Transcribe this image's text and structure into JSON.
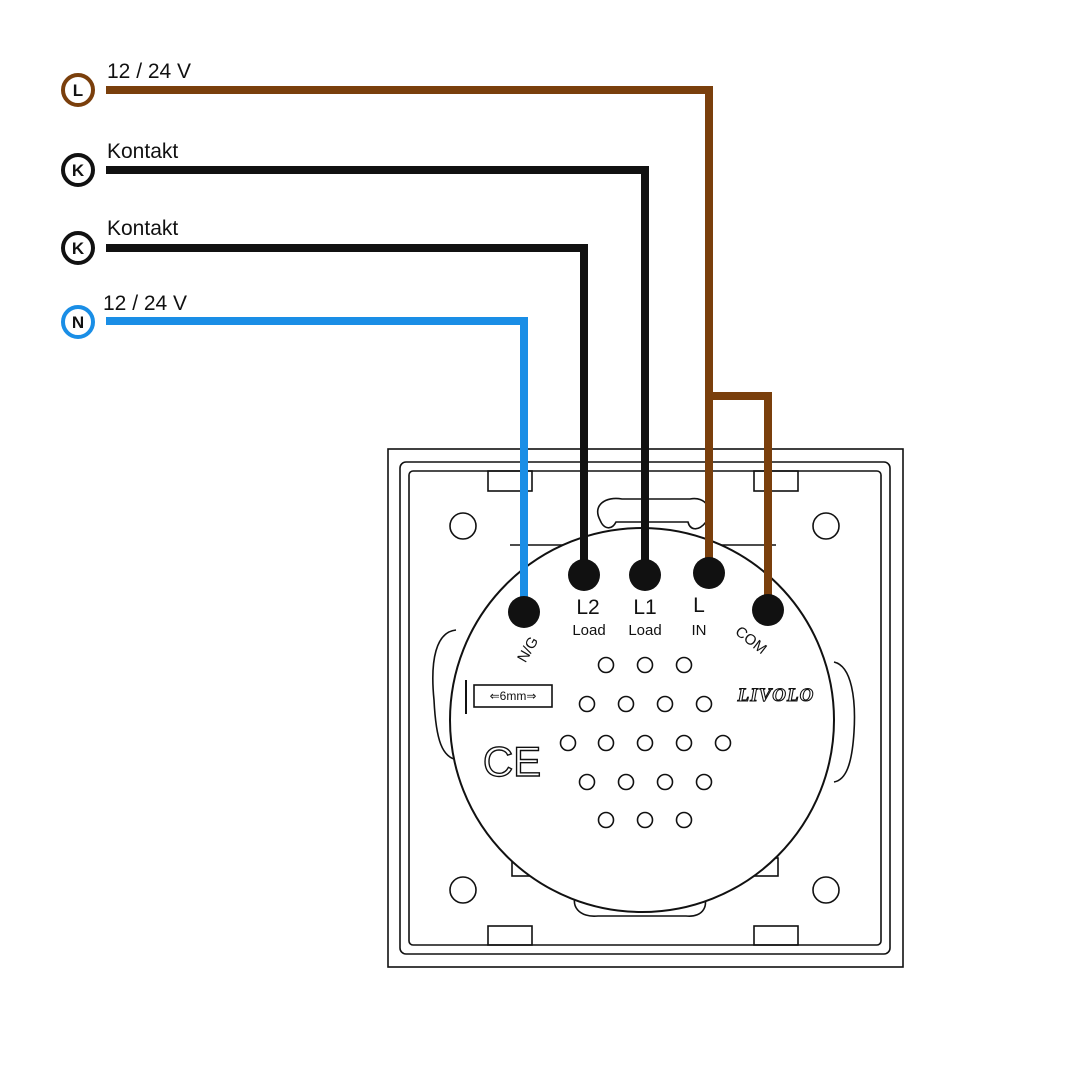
{
  "colors": {
    "live": "#7a3f0c",
    "contact": "#111111",
    "neutral": "#1a8ee6"
  },
  "wires": [
    {
      "badge": "L",
      "label": "12 / 24 V",
      "color": "live"
    },
    {
      "badge": "K",
      "label": "Kontakt",
      "color": "contact"
    },
    {
      "badge": "K",
      "label": "Kontakt",
      "color": "contact"
    },
    {
      "badge": "N",
      "label": "12 / 24 V",
      "color": "neutral"
    }
  ],
  "terminals": [
    {
      "label": "N/G",
      "sub": ""
    },
    {
      "label": "L2",
      "sub": "Load"
    },
    {
      "label": "L1",
      "sub": "Load"
    },
    {
      "label": "L",
      "sub": "IN"
    },
    {
      "label": "COM",
      "sub": ""
    }
  ],
  "module": {
    "brand": "LIVOLO",
    "strip_gauge": "⇐6mm⇒",
    "mark": "CE"
  }
}
